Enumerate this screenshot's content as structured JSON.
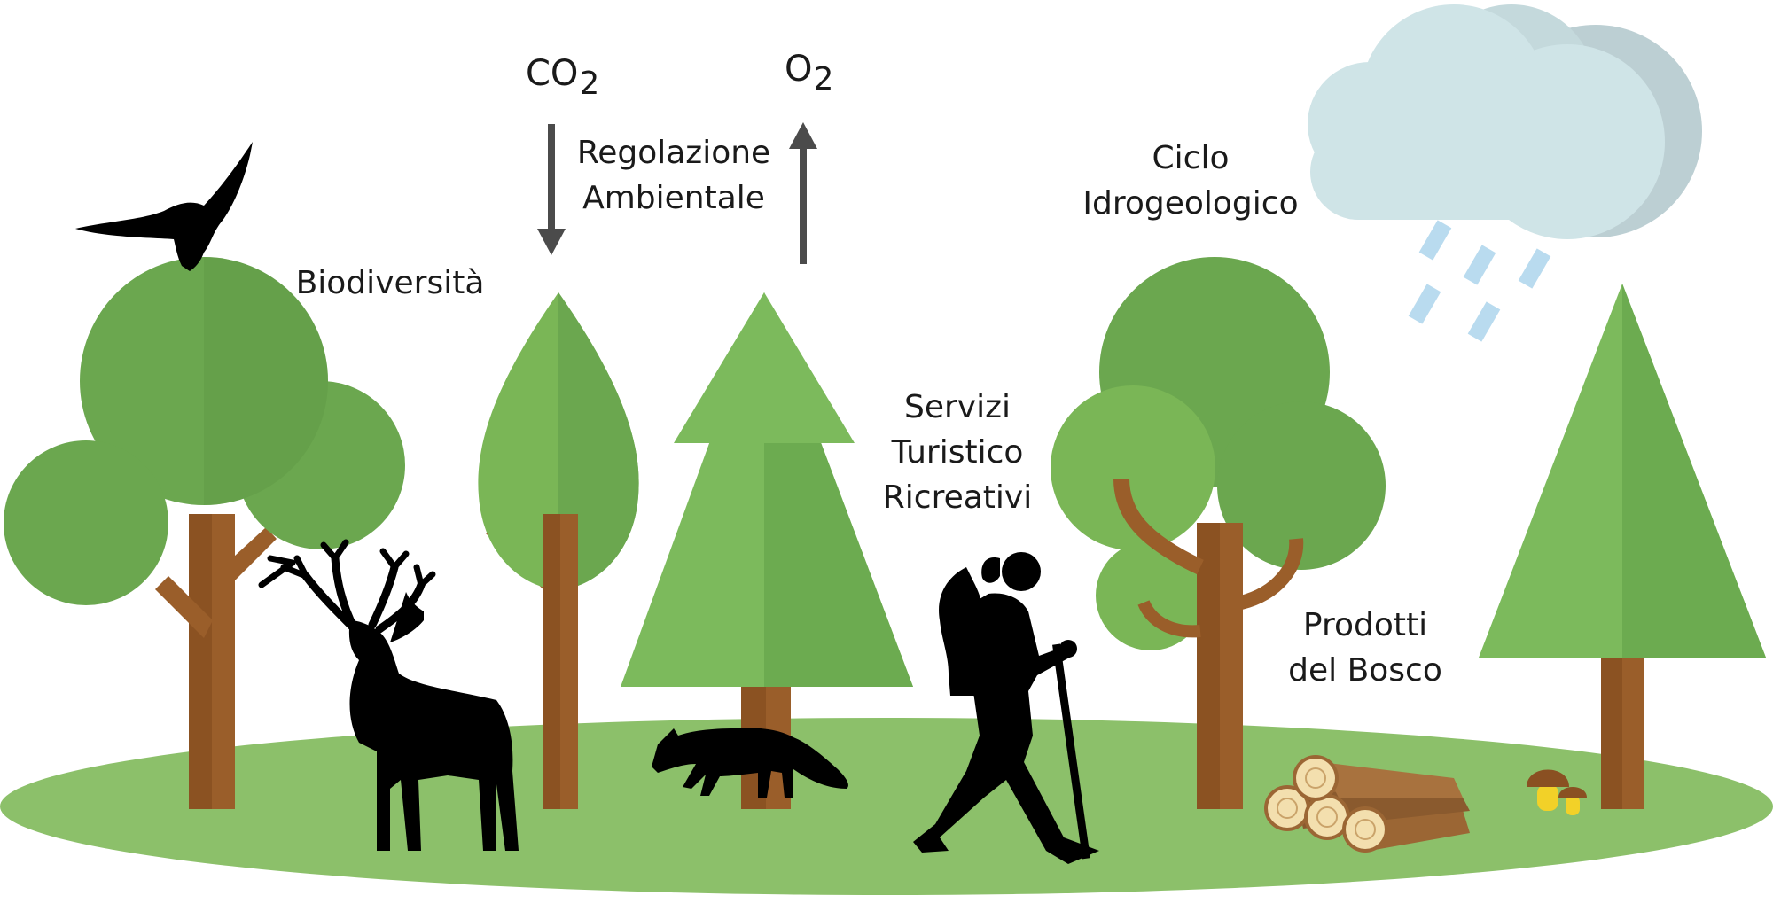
{
  "labels": {
    "co2_main": "CO",
    "co2_sub": "2",
    "o2_main": "O",
    "o2_sub": "2",
    "regolazione_line1": "Regolazione",
    "regolazione_line2": "Ambientale",
    "biodiversita": "Biodiversità",
    "ciclo_line1": "Ciclo",
    "ciclo_line2": "Idrogeologico",
    "servizi_line1": "Servizi",
    "servizi_line2": "Turistico",
    "servizi_line3": "Ricreativi",
    "prodotti_line1": "Prodotti",
    "prodotti_line2": "del Bosco"
  },
  "colors": {
    "foliage": "#6ba74f",
    "foliage_light": "#7ab656",
    "conifer": "#6cab50",
    "conifer_light": "#7cba5c",
    "trunk": "#9a5e2a",
    "trunk_dark": "#7f4a1c",
    "ground": "#8cc06a",
    "cloud": "#cfe4e7",
    "cloud_shadow": "#b9cfd3",
    "rain": "#b9dbef",
    "arrow": "#4b4b4b",
    "silhouette": "#000000",
    "log_face": "#f3dfae",
    "log_bark": "#9b6634",
    "mushroom_cap": "#8a5022",
    "mushroom_stem": "#f2d128"
  },
  "icons": {
    "bird": "bird-silhouette-icon",
    "deer": "deer-silhouette-icon",
    "fox": "fox-silhouette-icon",
    "hiker": "hiker-silhouette-icon",
    "cloud": "rain-cloud-icon",
    "logs": "wood-logs-icon",
    "mushrooms": "mushroom-icon"
  }
}
